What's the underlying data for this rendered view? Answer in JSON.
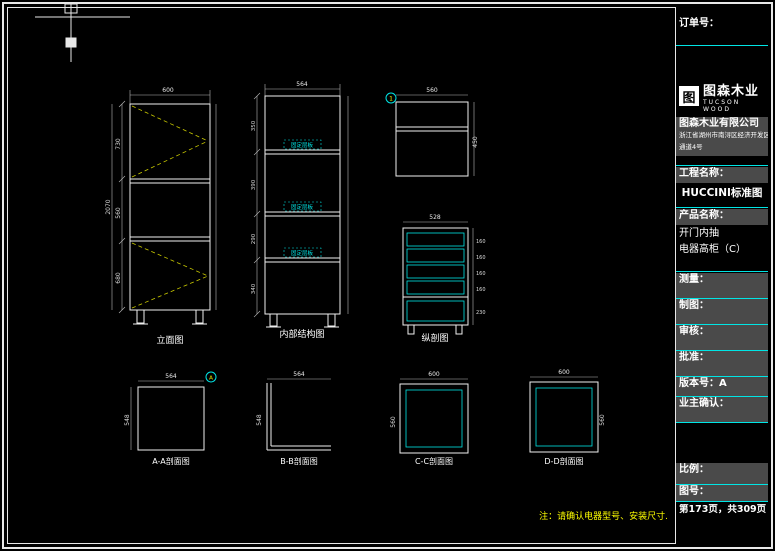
{
  "colors": {
    "background": "#000000",
    "line_white": "#f0f0f0",
    "dim_gray": "#b8b8b8",
    "accent_cyan": "#00e5e5",
    "annotation_yellow": "#ffff00",
    "door_swing_yellow": "#c8c800",
    "panel_gray": "#4a4a4a"
  },
  "note": "注：请确认电器型号、安装尺寸.",
  "views": {
    "elevation": {
      "label": "立面图",
      "dim_top": "600",
      "dims_left": [
        "730",
        "560",
        "680"
      ],
      "dim_total": "2070"
    },
    "internal": {
      "label": "内部结构图",
      "dim_top": "564",
      "dims_left": [
        "350",
        "390",
        "290",
        "340"
      ],
      "shelf_note": "固定层板"
    },
    "plan": {
      "callout": "1",
      "dim_top": "560",
      "dim_right": "450"
    },
    "section_v": {
      "label": "纵剖图",
      "dim_top": "528",
      "dims_right": [
        "160",
        "160",
        "160",
        "160",
        "230"
      ]
    },
    "aa": {
      "label": "A-A剖面图",
      "dim_top": "564",
      "dim_left": "548",
      "callout": "A"
    },
    "bb": {
      "label": "B-B剖面图",
      "dim_top": "564",
      "dim_left": "548"
    },
    "cc": {
      "label": "C-C剖面图",
      "dim_top": "600",
      "dim_left": "560"
    },
    "dd": {
      "label": "D-D剖面图",
      "dim_top": "600",
      "dim_right": "560"
    }
  },
  "titleblock": {
    "order_label": "订单号：",
    "logo_glyph": "图",
    "logo_text": "图森木业",
    "logo_sub": "TUCSON WOOD",
    "company": "图森木业有限公司",
    "address_line1": "浙江省湖州市南浔区经济开发区",
    "address_line2": "通道4号",
    "project_label": "工程名称：",
    "project_value": "HUCCINI标准图",
    "product_label": "产品名称：",
    "product_line1": "开门内抽",
    "product_line2": "电器高柜（C）",
    "measure_label": "测量：",
    "draft_label": "制图：",
    "audit_label": "审核：",
    "approve_label": "批准：",
    "version_label": "版本号：A",
    "owner_label": "业主确认：",
    "scale_label": "比例：",
    "figno_label": "图号：",
    "page_info": "第173页，共309页"
  }
}
